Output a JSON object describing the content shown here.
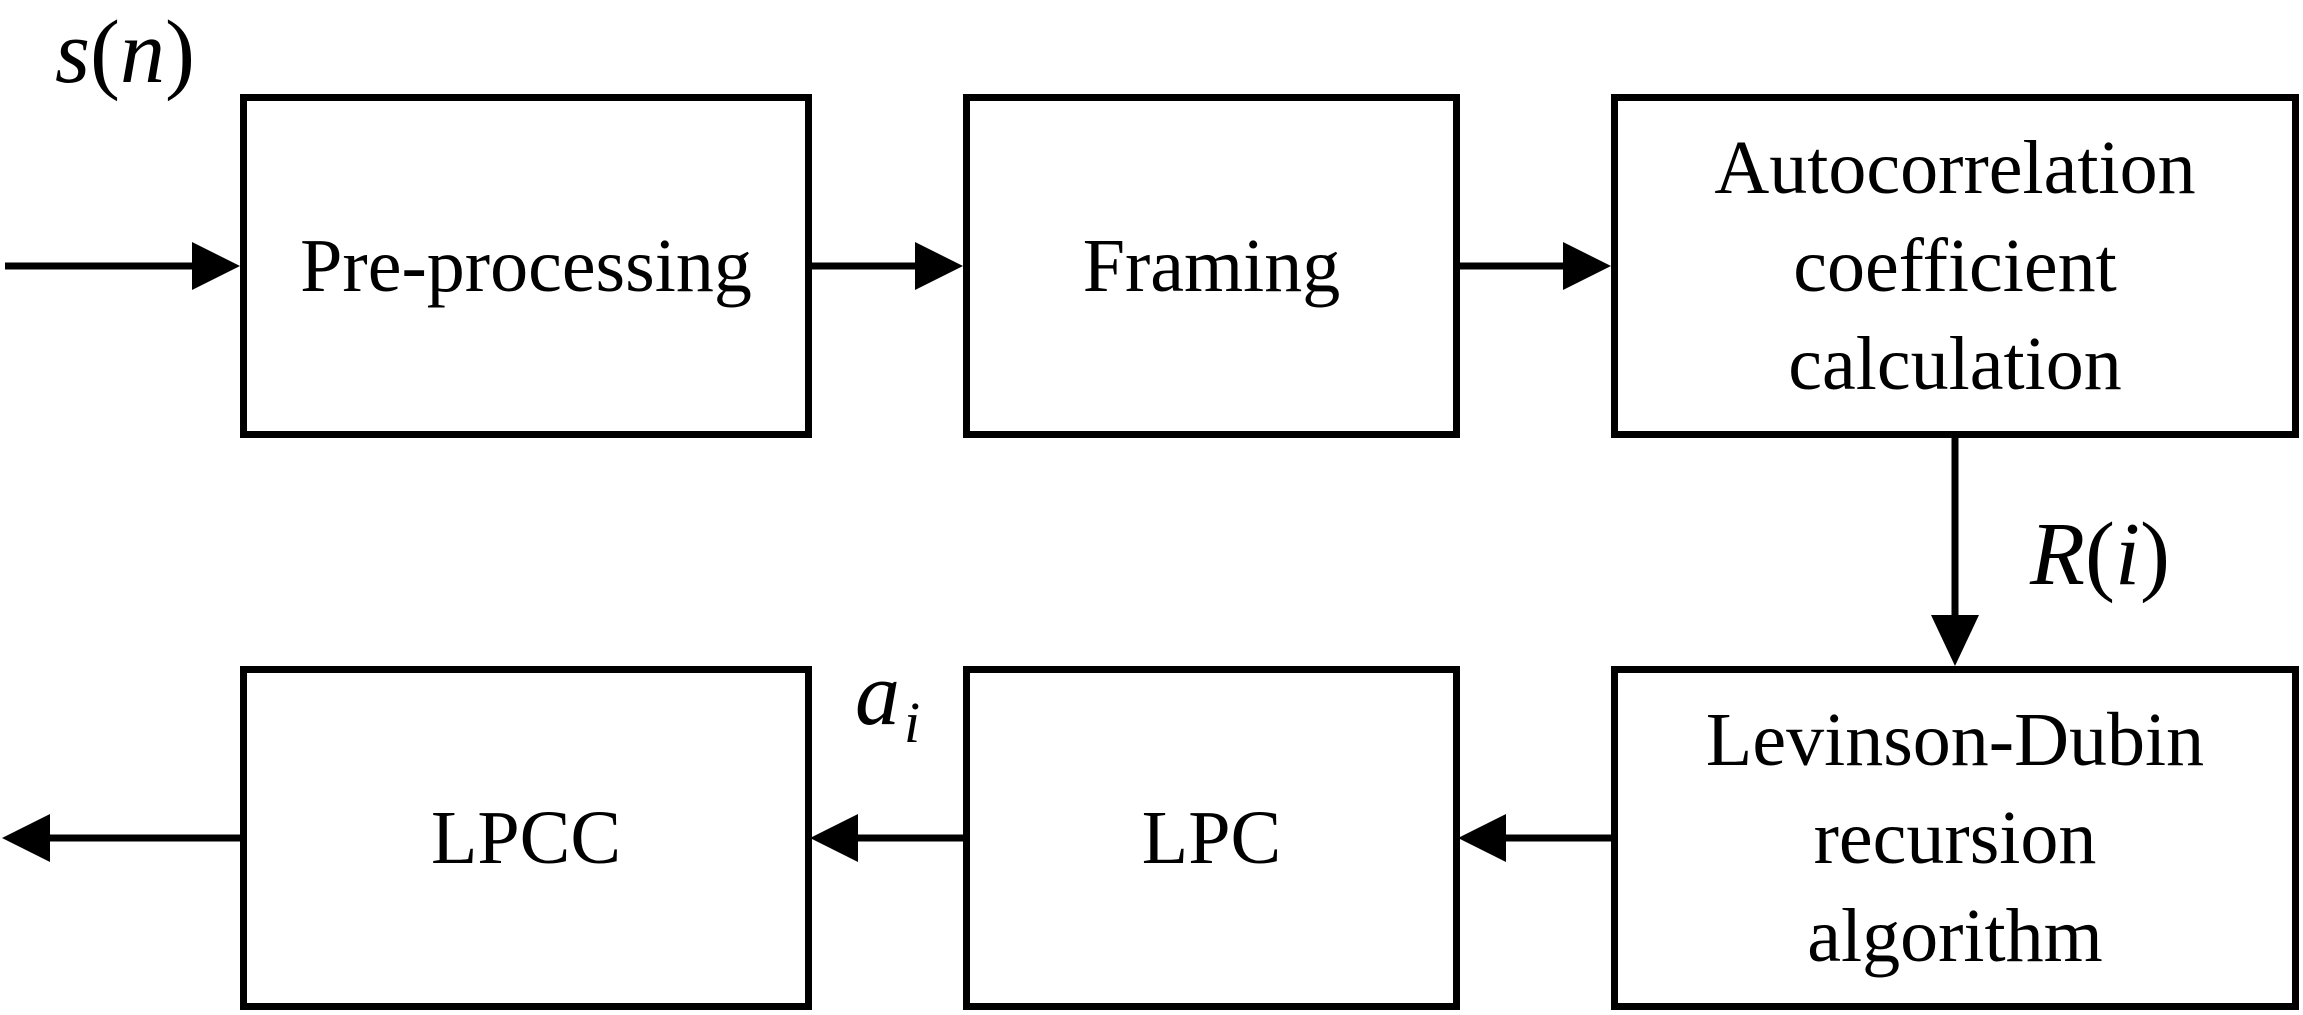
{
  "blocks": {
    "preprocessing": "Pre-processing",
    "framing": "Framing",
    "autocorrelation": "Autocorrelation\ncoefficient\ncalculation",
    "levinson": "Levinson-Dubin\nrecursion\nalgorithm",
    "lpc": "LPC",
    "lpcc": "LPCC"
  },
  "signals": {
    "input": {
      "func": "s",
      "arg": "n"
    },
    "autocorr_out": {
      "func": "R",
      "arg": "i"
    },
    "lpc_coeff": {
      "base": "a",
      "sub": "i"
    }
  }
}
